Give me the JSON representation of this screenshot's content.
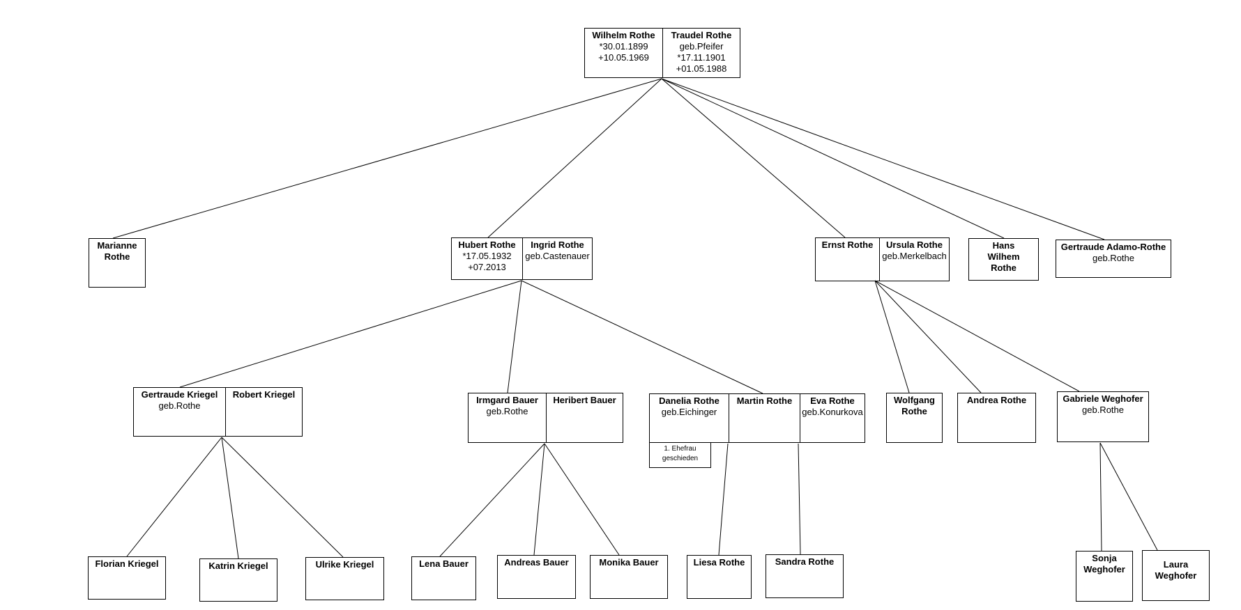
{
  "tree": {
    "couple_root": {
      "husband": {
        "name": "Wilhelm Rothe",
        "lines": [
          "*30.01.1899",
          "+10.05.1969"
        ]
      },
      "wife": {
        "name": "Traudel Rothe",
        "lines": [
          "geb.Pfeifer",
          "*17.11.1901",
          "+01.05.1988"
        ]
      }
    },
    "marianne": {
      "name": "Marianne Rothe",
      "lines": []
    },
    "couple_hubert": {
      "husband": {
        "name": "Hubert Rothe",
        "lines": [
          "*17.05.1932",
          "+07.2013"
        ]
      },
      "wife": {
        "name": "Ingrid Rothe",
        "lines": [
          "geb.Castenauer"
        ]
      }
    },
    "couple_ernst": {
      "husband": {
        "name": "Ernst Rothe",
        "lines": []
      },
      "wife": {
        "name": "Ursula Rothe",
        "lines": [
          "geb.Merkelbach"
        ]
      }
    },
    "hans": {
      "name": "Hans Wilhem Rothe",
      "lines": []
    },
    "gertraude_adamo": {
      "name": "Gertraude Adamo-Rothe",
      "lines": [
        "geb.Rothe"
      ]
    },
    "couple_kriegel": {
      "wife": {
        "name": "Gertraude Kriegel",
        "lines": [
          "geb.Rothe"
        ]
      },
      "husband": {
        "name": "Robert Kriegel",
        "lines": []
      }
    },
    "couple_bauer": {
      "wife": {
        "name": "Irmgard Bauer",
        "lines": [
          "geb.Rothe"
        ]
      },
      "husband": {
        "name": "Heribert Bauer",
        "lines": []
      }
    },
    "couple_martin": {
      "first_wife": {
        "name": "Danelia Rothe",
        "lines": [
          "geb.Eichinger"
        ]
      },
      "husband": {
        "name": "Martin Rothe",
        "lines": []
      },
      "wife": {
        "name": "Eva Rothe",
        "lines": [
          "geb.Konurkova"
        ]
      },
      "note": [
        "1. Ehefrau",
        "geschieden"
      ]
    },
    "wolfgang": {
      "name": "Wolfgang Rothe",
      "lines": []
    },
    "andrea": {
      "name": "Andrea Rothe",
      "lines": []
    },
    "gabriele": {
      "name": "Gabriele Weghofer",
      "lines": [
        "geb.Rothe"
      ]
    },
    "florian": {
      "name": "Florian Kriegel",
      "lines": []
    },
    "katrin": {
      "name": "Katrin Kriegel",
      "lines": []
    },
    "ulrike": {
      "name": "Ulrike Kriegel",
      "lines": []
    },
    "lena": {
      "name": "Lena Bauer",
      "lines": []
    },
    "andreas": {
      "name": "Andreas Bauer",
      "lines": []
    },
    "monika": {
      "name": "Monika Bauer",
      "lines": []
    },
    "liesa": {
      "name": "Liesa Rothe",
      "lines": []
    },
    "sandra": {
      "name": "Sandra Rothe",
      "lines": []
    },
    "sonja": {
      "name": "Sonja Weghofer",
      "lines": []
    },
    "laura": {
      "name": "Laura Weghofer",
      "lines": []
    }
  }
}
